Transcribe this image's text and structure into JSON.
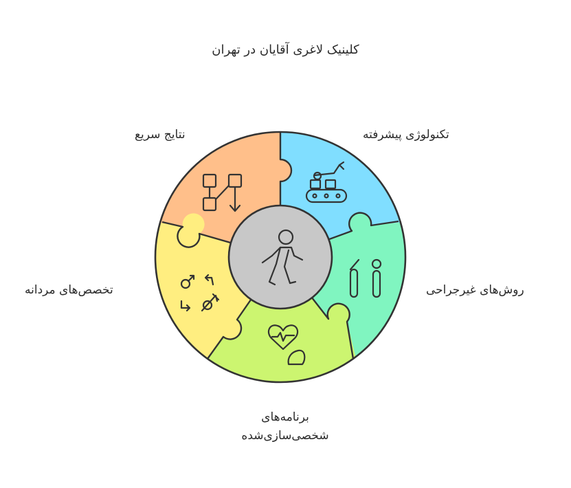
{
  "title": "کلینیک لاغری آقایان در تهران",
  "segments": {
    "rapid_results": {
      "label": "نتایج سریع",
      "color": "#FFBF8A",
      "icon": "flowchart-icon"
    },
    "advanced_tech": {
      "label": "تکنولوژی پیشرفته",
      "color": "#80DEFF",
      "icon": "conveyor-robot-icon"
    },
    "non_surgical": {
      "label": "روش‌های غیرجراحی",
      "color": "#80F5C0",
      "icon": "dental-tools-icon"
    },
    "personalized": {
      "label_line1": "برنامه‌های",
      "label_line2": "شخصی‌سازی‌شده",
      "color": "#CCF570",
      "icon": "heart-muscle-icon"
    },
    "male_specialties": {
      "label": "تخصص‌های مردانه",
      "color": "#FFEE80",
      "icon": "gender-symbols-icon"
    }
  },
  "center": {
    "color": "#C8C8C8",
    "icon": "walking-person-icon"
  },
  "outline_color": "#333333"
}
